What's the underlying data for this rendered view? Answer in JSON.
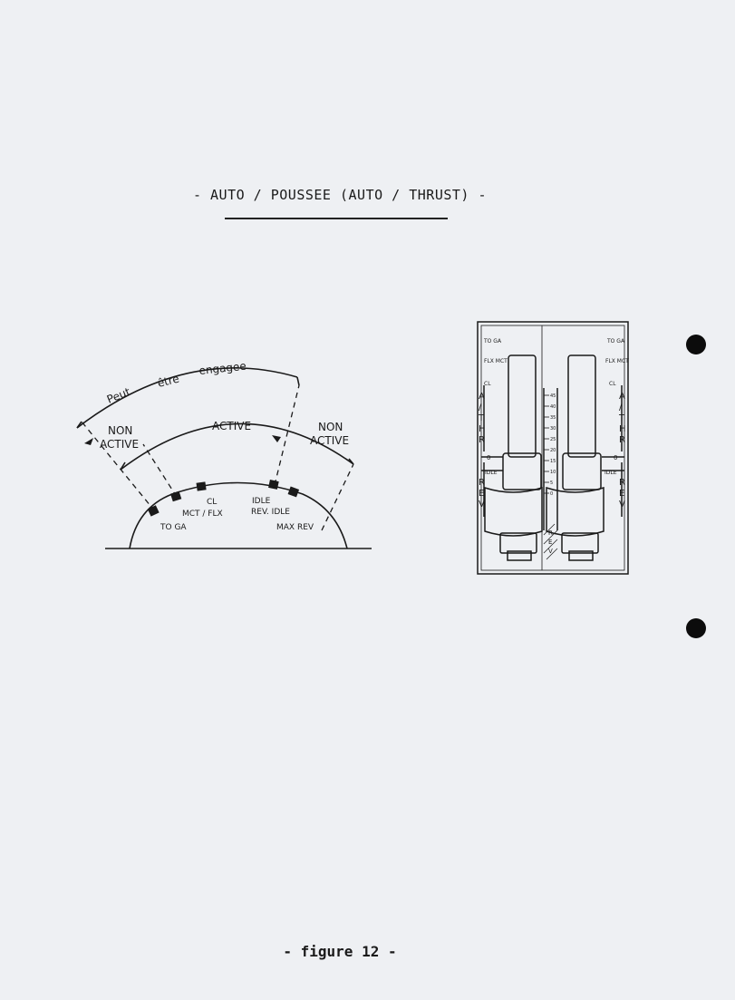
{
  "document": {
    "title": "- AUTO / POUSSEE  (AUTO / THRUST) -",
    "footer": "- figure 12 -"
  },
  "arc_diagram": {
    "outer_label_words": [
      "Peut",
      "être",
      "engagee"
    ],
    "zone_left": [
      "NON",
      "ACTIVE"
    ],
    "zone_middle": "ACTIVE",
    "zone_right": [
      "NON",
      "ACTIVE"
    ],
    "detent_labels": {
      "toga": "TO GA",
      "mct_flx": "MCT / FLX",
      "cl": "CL",
      "idle": "IDLE",
      "rev_idle": "REV. IDLE",
      "max_rev": "MAX REV"
    }
  },
  "thrust_quadrant": {
    "left_panel": {
      "toga": "TO GA",
      "flx_mct": "FLX MCT",
      "cl": "CL",
      "athr_letters": [
        "A",
        "/",
        "T",
        "H",
        "R"
      ],
      "rev_letters": [
        "R",
        "E",
        "V"
      ],
      "zero": "0",
      "idle": "IDLE"
    },
    "right_panel": {
      "toga": "TO GA",
      "flx_mct": "FLX MCT",
      "cl": "CL",
      "athr_letters": [
        "A",
        "/",
        "T",
        "H",
        "R"
      ],
      "rev_letters": [
        "R",
        "E",
        "V"
      ],
      "zero": "0",
      "idle": "IDLE"
    },
    "center_scale": [
      "45",
      "40",
      "35",
      "30",
      "25",
      "20",
      "15",
      "10",
      "5",
      "0"
    ],
    "center_rev_letters": [
      "R",
      "E",
      "V"
    ]
  }
}
